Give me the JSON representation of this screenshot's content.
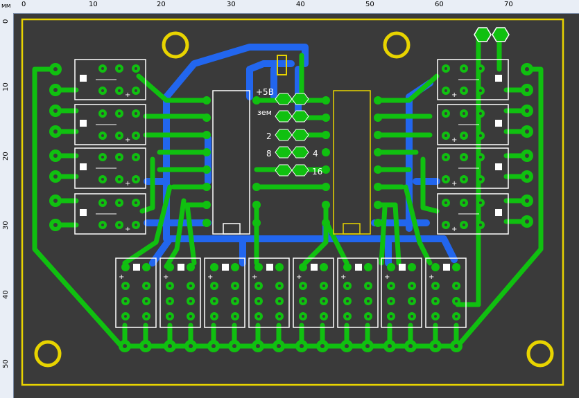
{
  "ruler": {
    "unit": "мм",
    "x_labels": [
      "0",
      "10",
      "20",
      "30",
      "40",
      "50",
      "60",
      "70"
    ],
    "y_labels": [
      "0",
      "10",
      "20",
      "30",
      "40",
      "50"
    ]
  },
  "board": {
    "silk_labels": {
      "plus5v": "+5В",
      "ground": "зем",
      "p2": "2",
      "p8": "8",
      "p4": "4",
      "p16": "16"
    },
    "colors": {
      "background": "#3a3a3a",
      "top_copper": "#10c010",
      "bottom_copper": "#2266ee",
      "silkscreen": "#ffffff",
      "outline": "#e8d400",
      "mount_hole": "#e8d400"
    }
  }
}
